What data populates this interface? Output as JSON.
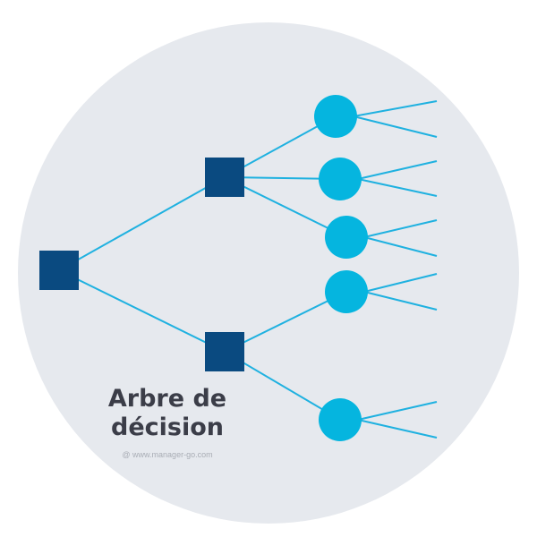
{
  "title": {
    "line1": "Arbre de",
    "line2": "décision"
  },
  "credit": "@ www.manager-go.com",
  "colors": {
    "background_disc": "#e6e9ee",
    "decision_node": "#0a4a80",
    "chance_node": "#05b5df",
    "branch": "#1fb1e0",
    "text": "#3b3d48"
  },
  "tree": {
    "root": {
      "type": "decision",
      "children": [
        {
          "type": "decision",
          "children": [
            {
              "type": "chance",
              "outcomes": 2
            },
            {
              "type": "chance",
              "outcomes": 2
            },
            {
              "type": "chance",
              "outcomes": 2
            }
          ]
        },
        {
          "type": "decision",
          "children": [
            {
              "type": "chance",
              "outcomes": 2
            },
            {
              "type": "chance",
              "outcomes": 2
            }
          ]
        }
      ]
    }
  }
}
